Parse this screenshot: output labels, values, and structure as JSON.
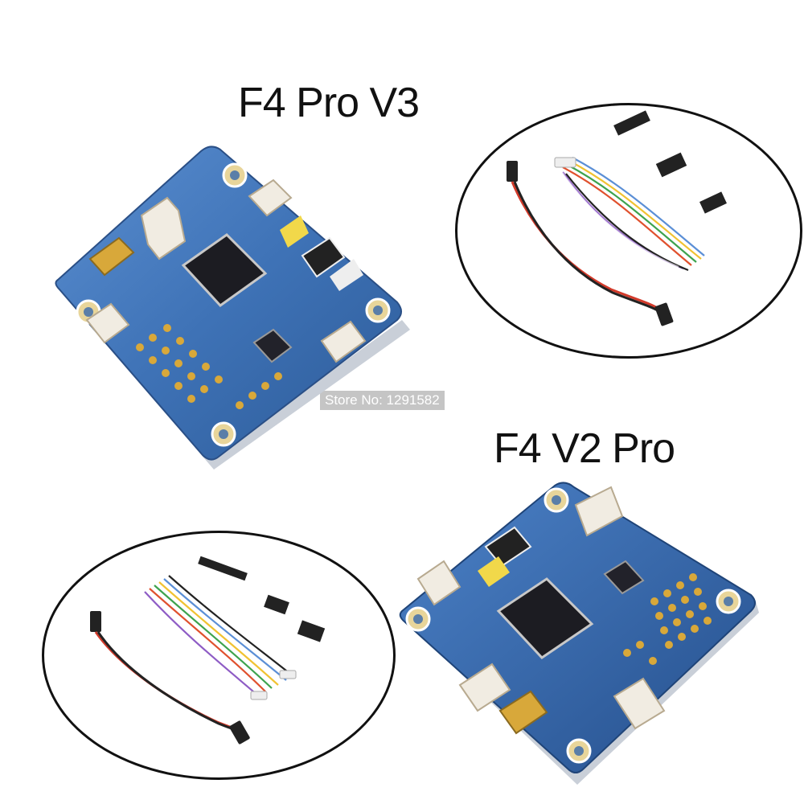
{
  "products": {
    "v3": {
      "title": "F4 Pro V3"
    },
    "v2": {
      "title": "F4 V2 Pro"
    }
  },
  "watermark": "Store No: 1291582",
  "colors": {
    "pcb": "#3d6fb0",
    "pcb_light": "#e6efff",
    "chip": "#1c1c22",
    "gold": "#d8a83a",
    "connector": "#f1ece2",
    "outline": "#111111"
  },
  "icons": [
    "flight-controller-board",
    "usb-port",
    "wire-harness",
    "pin-header",
    "servo-cable"
  ]
}
